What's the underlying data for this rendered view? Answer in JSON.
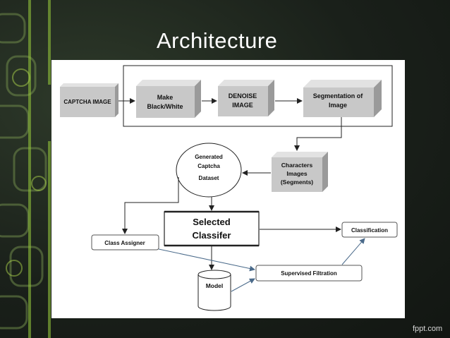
{
  "slide": {
    "title": "Architecture",
    "footer_brand": "fppt.com"
  },
  "diagram": {
    "nodes": {
      "captcha_image": "CAPTCHA IMAGE",
      "make_bw_line1": "Make",
      "make_bw_line2": "Black/White",
      "denoise_line1": "DENOISE",
      "denoise_line2": "IMAGE",
      "segmentation_line1": "Segmentation of",
      "segmentation_line2": "Image",
      "characters_line1": "Characters",
      "characters_line2": "Images",
      "characters_line3": "(Segments)",
      "dataset_line1": "Generated",
      "dataset_line2": "Captcha",
      "dataset_line3": "Dataset",
      "classifier_line1": "Selected",
      "classifier_line2": "Classifer",
      "class_assigner": "Class Assigner",
      "classification": "Classification",
      "supervised_filtration": "Supervised Filtration",
      "model": "Model"
    },
    "colors": {
      "box_fill": "#c8c8c8",
      "box_top": "#e2e2e2",
      "box_side": "#9a9a9a",
      "line": "#222222",
      "connector": "#4a6a8a"
    }
  }
}
